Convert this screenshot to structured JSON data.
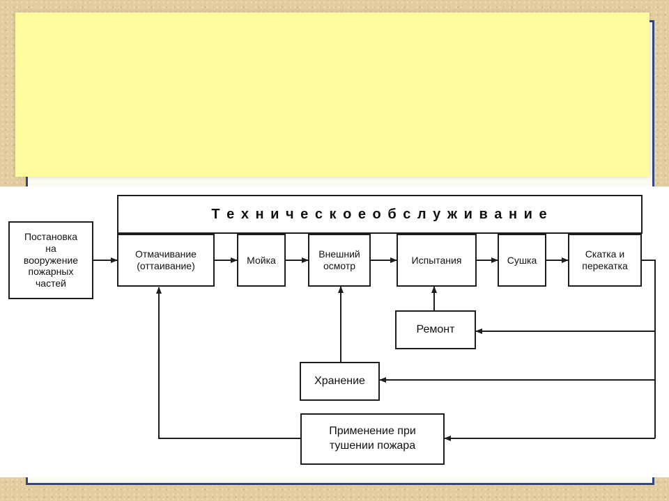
{
  "diagram": {
    "header": "Т е х н и ч е с к о е   о б с л у ж и в а н и е",
    "start": "Постановка\nна\nвооружение\nпожарных\nчастей",
    "steps": [
      "Отмачивание\n(оттаивание)",
      "Мойка",
      "Внешний\nосмотр",
      "Испытания",
      "Сушка",
      "Скатка и\nперекатка"
    ],
    "repair": "Ремонт",
    "storage": "Хранение",
    "usage": "Применение при\nтушении пожара"
  }
}
